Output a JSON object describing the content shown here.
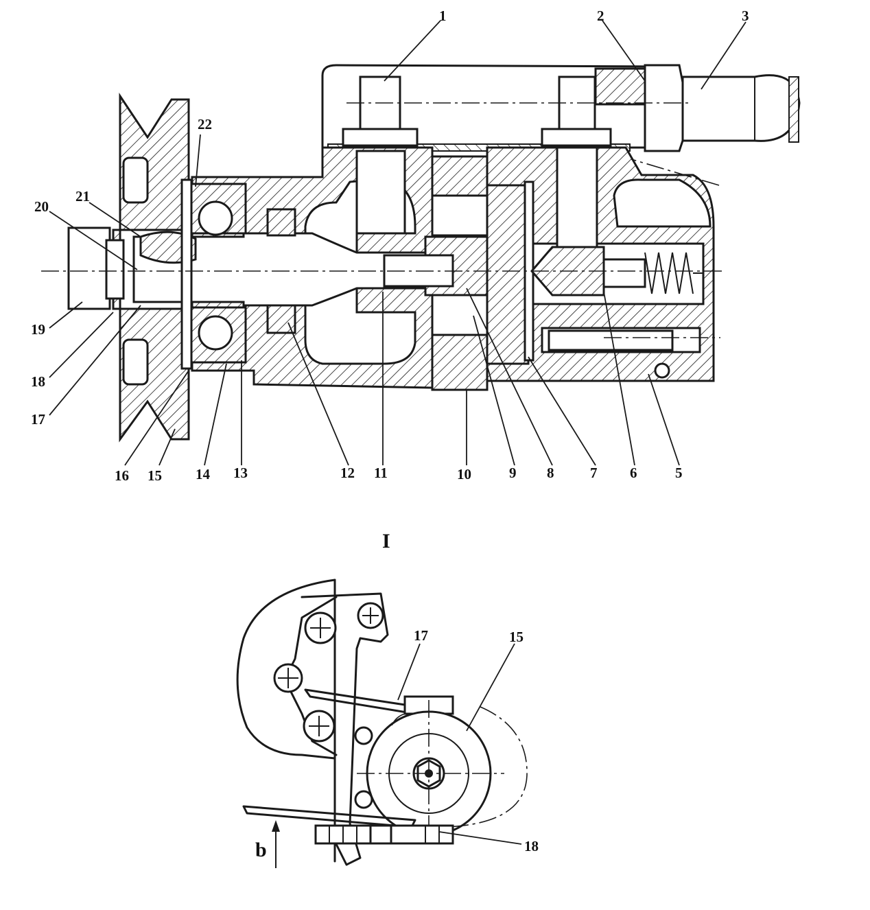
{
  "top_view": {
    "callouts": [
      "1",
      "2",
      "3",
      "5",
      "6",
      "7",
      "8",
      "9",
      "10",
      "11",
      "12",
      "13",
      "14",
      "15",
      "16",
      "17",
      "18",
      "19",
      "20",
      "21",
      "22"
    ]
  },
  "bottom_view": {
    "title": "I",
    "callouts": [
      "17",
      "15",
      "18"
    ],
    "direction_label": "b"
  }
}
